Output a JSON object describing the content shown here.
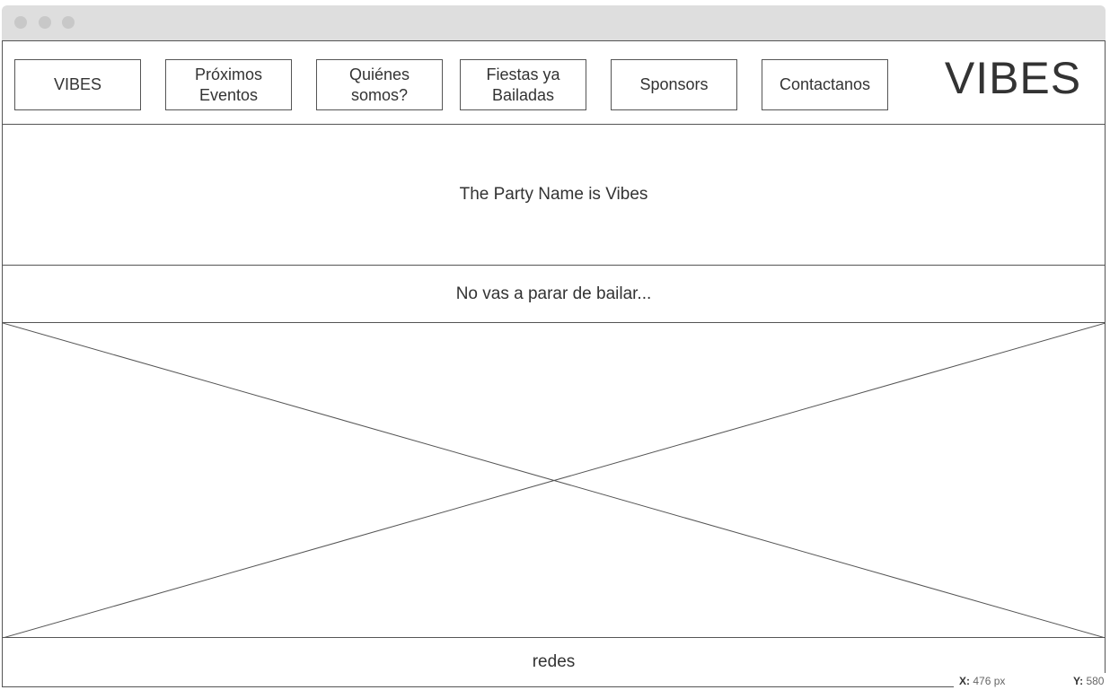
{
  "nav": {
    "items": [
      {
        "label": "VIBES"
      },
      {
        "label": "Próximos\nEventos"
      },
      {
        "label": "Quiénes\nsomos?"
      },
      {
        "label": "Fiestas ya\nBailadas"
      },
      {
        "label": "Sponsors"
      },
      {
        "label": "Contactanos"
      }
    ],
    "brand": "VIBES"
  },
  "hero": {
    "text": "The Party Name is Vibes"
  },
  "tagline": {
    "text": "No vas a parar de bailar..."
  },
  "footer": {
    "text": "redes"
  },
  "status": {
    "x_label": "X:",
    "x_value": "476 px",
    "y_label": "Y:",
    "y_value": "580"
  },
  "colors": {
    "border": "#555555",
    "titlebar": "#dedede",
    "text": "#333333"
  }
}
